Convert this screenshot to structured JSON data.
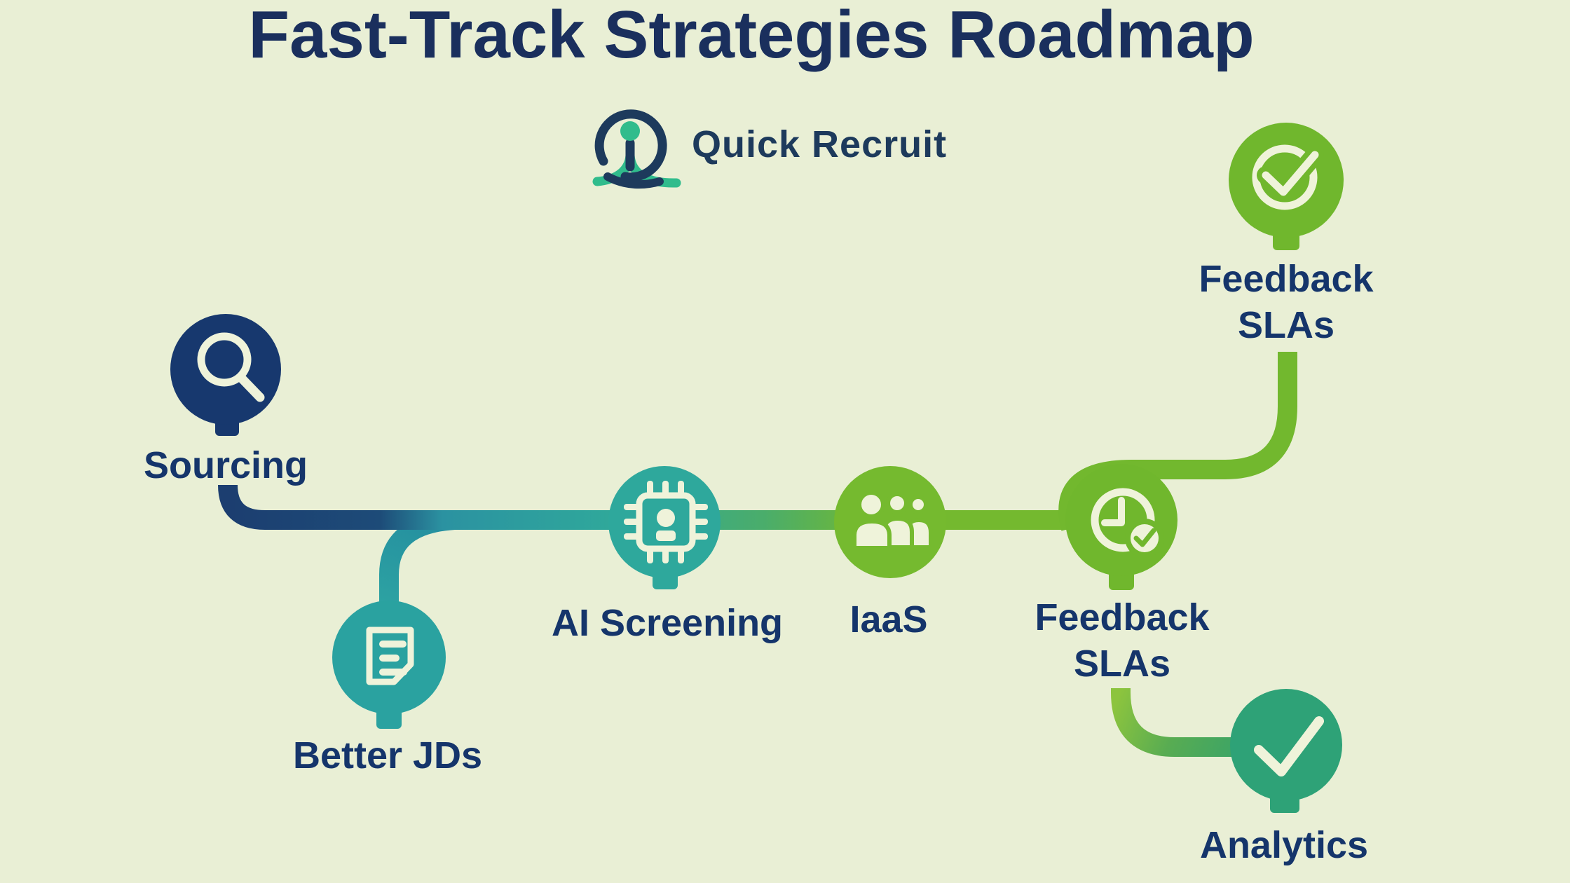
{
  "title": "Fast-Track Strategies Roadmap",
  "logo": {
    "text": "Quick Recruit",
    "icon": "quick-recruit-logo-icon"
  },
  "colors": {
    "background": "#e9efd5",
    "title_navy": "#1a2f5d",
    "label_navy": "#15356b",
    "logo_navy": "#1d3a5c",
    "logo_teal": "#30bc8c",
    "icon_cream": "#eff3da",
    "line_navy": "#1c3e70",
    "line_teal": "#2fa79b",
    "line_green": "#74b92f",
    "node_navy": "#17386e",
    "node_teal": "#2aa2a0",
    "node_teal_green": "#2ea89c",
    "node_green": "#70b72d",
    "node_emerald": "#2ea277"
  },
  "nodes": [
    {
      "id": "sourcing",
      "label": "Sourcing",
      "icon": "search-icon",
      "color": "#17386e"
    },
    {
      "id": "better-jds",
      "label": "Better JDs",
      "icon": "document-icon",
      "color": "#2aa2a0"
    },
    {
      "id": "ai-screening",
      "label": "AI Screening",
      "icon": "chip-icon",
      "color": "#2ea89c"
    },
    {
      "id": "iaas",
      "label": "IaaS",
      "icon": "people-icon",
      "color": "#75ba2f"
    },
    {
      "id": "feedback-slas",
      "label": "Feedback SLAs",
      "line1": "Feedback",
      "line2": "SLAs",
      "icon": "clock-check-icon",
      "color": "#70b72d"
    },
    {
      "id": "feedback-slas-top",
      "label": "Feedback SLAs",
      "line1": "Feedback",
      "line2": "SLAs",
      "icon": "circle-check-icon",
      "color": "#70b72d"
    },
    {
      "id": "analytics",
      "label": "Analytics",
      "icon": "check-icon",
      "color": "#2ea277"
    }
  ],
  "edges": [
    {
      "from": "sourcing",
      "to": "better-jds"
    },
    {
      "from": "sourcing",
      "to": "ai-screening"
    },
    {
      "from": "ai-screening",
      "to": "iaas"
    },
    {
      "from": "iaas",
      "to": "feedback-slas"
    },
    {
      "from": "feedback-slas",
      "to": "feedback-slas-top"
    },
    {
      "from": "feedback-slas",
      "to": "analytics"
    }
  ]
}
